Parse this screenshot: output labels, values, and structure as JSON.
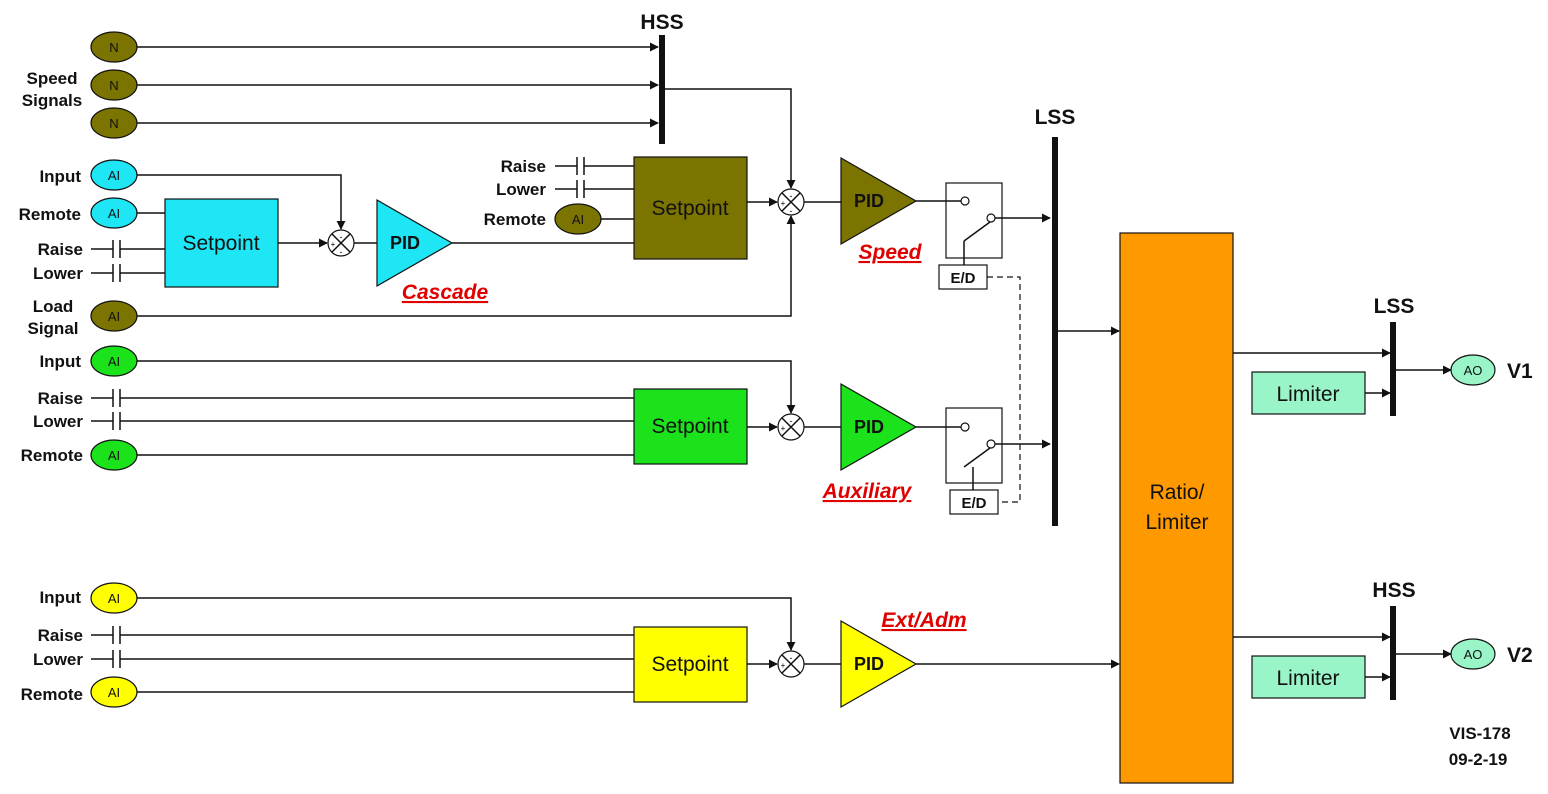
{
  "labels": {
    "speed_signals_1": "Speed",
    "speed_signals_2": "Signals",
    "input": "Input",
    "remote": "Remote",
    "raise": "Raise",
    "lower": "Lower",
    "load_signal_1": "Load",
    "load_signal_2": "Signal"
  },
  "tags": {
    "n": "N",
    "ai": "AI",
    "ao": "AO"
  },
  "blocks": {
    "setpoint": "Setpoint",
    "pid": "PID",
    "ratio_limiter_1": "Ratio/",
    "ratio_limiter_2": "Limiter",
    "limiter": "Limiter",
    "ed": "E/D"
  },
  "controllers": {
    "cascade": "Cascade",
    "speed": "Speed",
    "auxiliary": "Auxiliary",
    "ext_adm": "Ext/Adm"
  },
  "buses": {
    "hss_top": "HSS",
    "lss_main": "LSS",
    "lss_v1": "LSS",
    "hss_v2": "HSS"
  },
  "outputs": {
    "v1": "V1",
    "v2": "V2"
  },
  "sum_signs": {
    "plus": "+",
    "minus": "-"
  },
  "footer": {
    "code": "VIS-178",
    "date": "09-2-19"
  },
  "colors": {
    "speed_signal": "#7b7400",
    "cascade": "#1ee6f5",
    "auxiliary": "#1be21b",
    "ext_adm": "#ffff00",
    "ratio_limiter": "#ff9900",
    "limiter": "#99f5c8",
    "ao": "#99f5c8",
    "title_red": "#e00000"
  }
}
